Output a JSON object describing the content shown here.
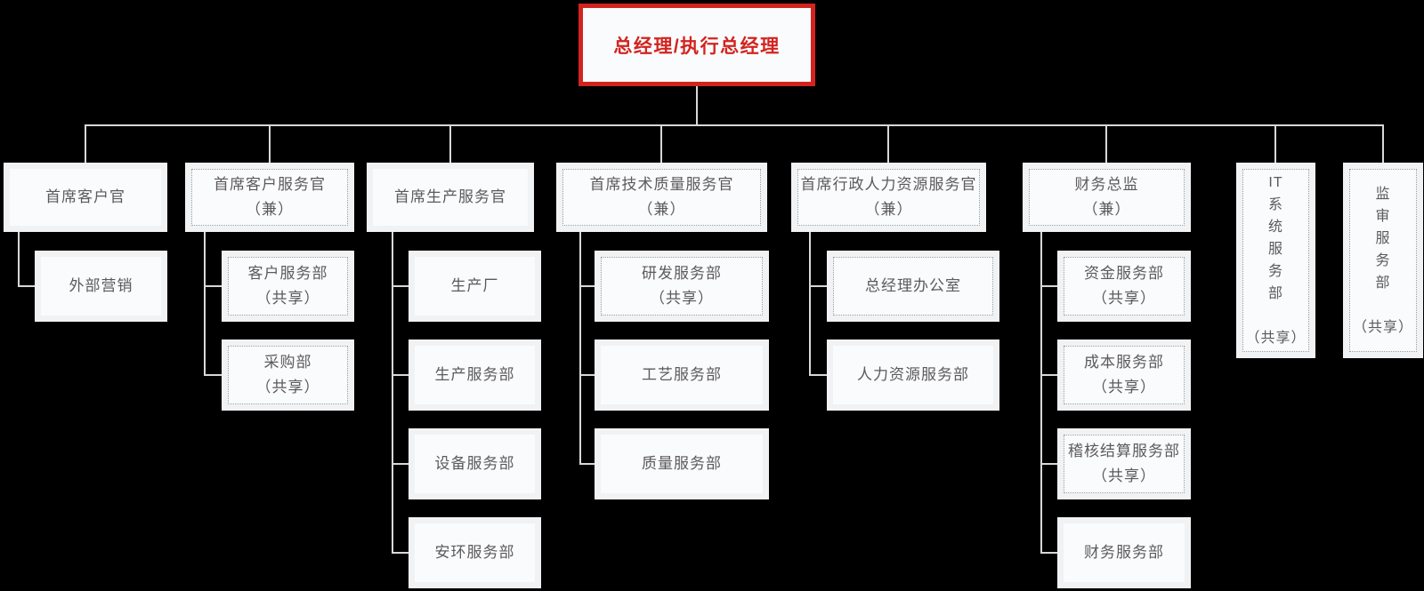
{
  "colors": {
    "background": "#000000",
    "accent_red": "#d2241f",
    "box_fill": "#fafbfd",
    "box_band": "#f1f2f4",
    "dotted_border": "#9c9c9c",
    "connector": "#d8d8d8",
    "text": "#5c5a5a"
  },
  "root": {
    "label": "总经理/执行总经理"
  },
  "branches": [
    {
      "label": "首席客户官",
      "style": "solid",
      "children": [
        {
          "label": "外部营销",
          "style": "solid"
        }
      ]
    },
    {
      "label": "首席客户服务官\n（兼）",
      "style": "dotted",
      "children": [
        {
          "label": "客户服务部\n（共享）",
          "style": "dotted"
        },
        {
          "label": "采购部\n（共享）",
          "style": "dotted"
        }
      ]
    },
    {
      "label": "首席生产服务官",
      "style": "solid",
      "children": [
        {
          "label": "生产厂",
          "style": "solid"
        },
        {
          "label": "生产服务部",
          "style": "solid"
        },
        {
          "label": "设备服务部",
          "style": "solid"
        },
        {
          "label": "安环服务部",
          "style": "solid"
        }
      ]
    },
    {
      "label": "首席技术质量服务官\n（兼）",
      "style": "dotted",
      "children": [
        {
          "label": "研发服务部\n（共享）",
          "style": "dotted"
        },
        {
          "label": "工艺服务部",
          "style": "solid"
        },
        {
          "label": "质量服务部",
          "style": "solid"
        }
      ]
    },
    {
      "label": "首席行政人力资源服务官\n（兼）",
      "style": "dotted",
      "children": [
        {
          "label": "总经理办公室",
          "style": "dotted"
        },
        {
          "label": "人力资源服务部",
          "style": "solid"
        }
      ]
    },
    {
      "label": "财务总监\n（兼）",
      "style": "dotted",
      "children": [
        {
          "label": "资金服务部\n（共享）",
          "style": "dotted"
        },
        {
          "label": "成本服务部\n（共享）",
          "style": "dotted"
        },
        {
          "label": "稽核结算服务部\n（共享）",
          "style": "dotted"
        },
        {
          "label": "财务服务部",
          "style": "solid"
        }
      ]
    },
    {
      "label": "IT\n系\n统\n服\n务\n部\n\n（共享）",
      "style": "dotted",
      "orientation": "vertical",
      "children": []
    },
    {
      "label": "监\n审\n服\n务\n部\n\n（共享）",
      "style": "dotted",
      "orientation": "vertical",
      "children": []
    }
  ]
}
